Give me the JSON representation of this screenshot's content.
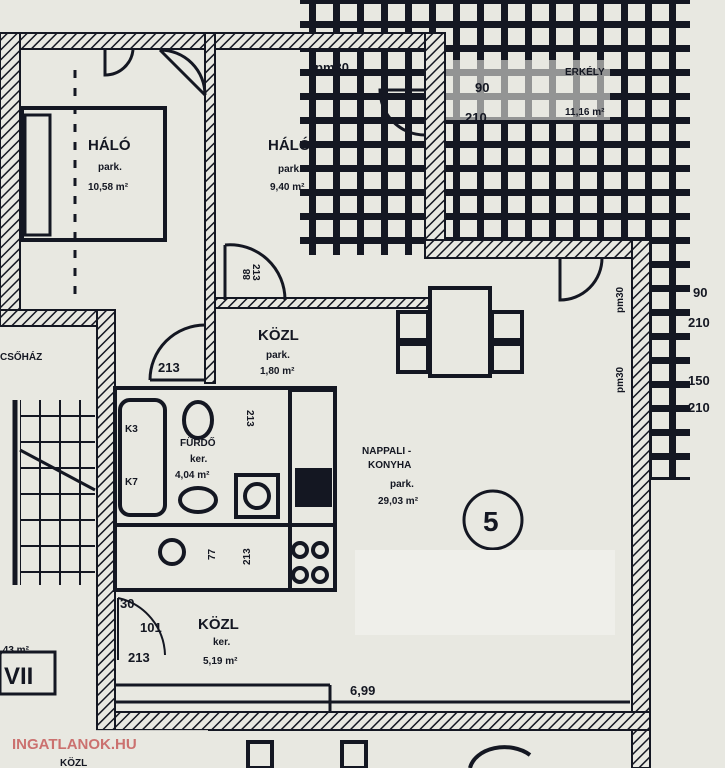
{
  "rooms": {
    "bedroom1": {
      "name": "HÁLÓ",
      "floor": "park.",
      "area": "10,58 m²"
    },
    "bedroom2": {
      "name": "HÁLÓ",
      "floor": "park.",
      "area": "9,40 m²"
    },
    "balcony": {
      "name": "ERKÉLY",
      "area": "11,16 m²"
    },
    "hall_upper": {
      "name": "KÖZL",
      "floor": "park.",
      "area": "1,80 m²"
    },
    "living_kitchen": {
      "name": "NAPPALI -",
      "name2": "KONYHA",
      "floor": "park.",
      "area": "29,03 m²"
    },
    "bathroom": {
      "name": "FÜRDŐ",
      "floor": "ker.",
      "area": "4,04 m²"
    },
    "hall_lower": {
      "name": "KÖZL",
      "floor": "ker.",
      "area": "5,19 m²"
    },
    "stairwell": {
      "name": "CSŐHÁZ",
      "area": ",43 m²",
      "label": "VII"
    },
    "lower_hall": {
      "name": "KÖZL"
    }
  },
  "apartment_number": "5",
  "dimensions": {
    "pm30_top": "pm30",
    "pm30_right1": "pm30",
    "pm30_right2": "pm30",
    "w90": "90",
    "h210a": "210",
    "w150": "150",
    "h210b": "210",
    "d213a": "213",
    "d213b": "213",
    "d213c": "213",
    "d213d": "213",
    "d213e": "213",
    "d88": "88",
    "d30": "30",
    "d101": "101",
    "d77": "77",
    "length": "6,99",
    "b90": "90",
    "b210": "210"
  },
  "fixtures": {
    "k3": "K3",
    "k7": "K7"
  },
  "watermark": "INGATLANOK.HU"
}
